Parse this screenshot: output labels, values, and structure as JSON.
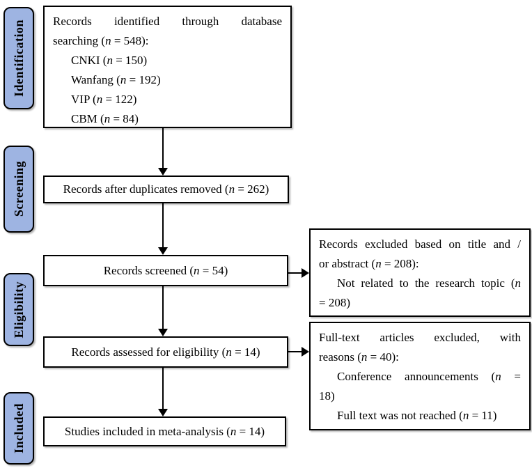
{
  "diagram": {
    "type": "prisma-flowchart",
    "colors": {
      "stage_fill": "#9EB4E2",
      "border": "#000000",
      "box_fill": "#FFFFFF",
      "text": "#000000"
    },
    "stages": [
      {
        "label": "Identification"
      },
      {
        "label": "Screening"
      },
      {
        "label": "Eligibility"
      },
      {
        "label": "Included"
      }
    ],
    "boxes": {
      "identified": {
        "lines": [
          "Records identified through database",
          "searching (n = 548):",
          "CNKI (n = 150)",
          "Wanfang (n = 192)",
          "VIP (n = 122)",
          "CBM (n = 84)"
        ]
      },
      "duplicates_removed": {
        "text": "Records after duplicates removed (n = 262)"
      },
      "screened": {
        "text": "Records screened (n = 54)"
      },
      "assessed": {
        "text": "Records assessed for eligibility (n = 14)"
      },
      "included": {
        "text": "Studies included in meta-analysis (n = 14)"
      },
      "excluded_title_abstract": {
        "lines": [
          "Records excluded based on title and /",
          "or abstract (n = 208):",
          "Not related to the research topic (n",
          "= 208)"
        ]
      },
      "excluded_fulltext": {
        "lines": [
          "Full-text articles excluded, with",
          "reasons (n = 40):",
          "Conference announcements (n =",
          "18)",
          "Full text was not reached (n = 11)"
        ]
      }
    }
  }
}
